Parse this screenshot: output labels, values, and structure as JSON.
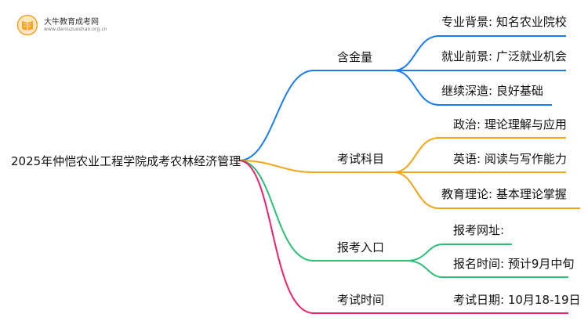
{
  "logo": {
    "name": "大牛教育成考网",
    "url": "www.daniuzueshao.org.cn"
  },
  "mindmap": {
    "root": "2025年仲恺农业工程学院成考农林经济管理",
    "branches": [
      {
        "label": "含金量",
        "color": "#1a7cf5",
        "children": [
          "专业背景: 知名农业院校",
          "就业前景: 广泛就业机会",
          "继续深造: 良好基础"
        ]
      },
      {
        "label": "考试科目",
        "color": "#f2a516",
        "children": [
          "政治: 理论理解与应用",
          "英语: 阅读与写作能力",
          "教育理论: 基本理论掌握"
        ]
      },
      {
        "label": "报考入口",
        "color": "#2bbf78",
        "children": [
          "报考网址:",
          "报名时间: 预计9月中旬"
        ]
      },
      {
        "label": "考试时间",
        "color": "#ef1f6b",
        "children": [
          "考试日期: 10月18-19日"
        ]
      }
    ]
  }
}
